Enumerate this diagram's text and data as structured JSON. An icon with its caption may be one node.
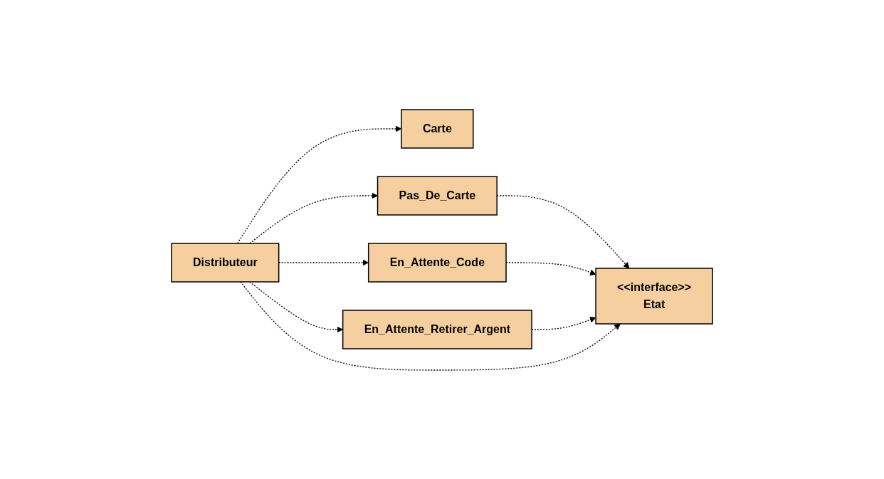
{
  "diagram": {
    "nodes": [
      {
        "text": [
          "Carte"
        ]
      },
      {
        "text": [
          "Pas_De_Carte"
        ]
      },
      {
        "text": [
          "En_Attente_Code"
        ]
      },
      {
        "text": [
          "En_Attente_Retirer_Argent"
        ]
      },
      {
        "text": [
          "<<interface>>",
          "Etat"
        ]
      },
      {
        "text": [
          "Distributeur"
        ]
      }
    ],
    "edges": [
      {
        "from": 5,
        "to": 0,
        "arrow": "to",
        "style": "dashed"
      },
      {
        "from": 5,
        "to": 1,
        "arrow": "to",
        "style": "dashed"
      },
      {
        "from": 5,
        "to": 2,
        "arrow": "to",
        "style": "dashed"
      },
      {
        "from": 5,
        "to": 3,
        "arrow": "to",
        "style": "dashed"
      },
      {
        "from": 1,
        "to": 4,
        "arrow": "to",
        "style": "dashed"
      },
      {
        "from": 2,
        "to": 4,
        "arrow": "to",
        "style": "dashed"
      },
      {
        "from": 3,
        "to": 4,
        "arrow": "to",
        "style": "dashed"
      },
      {
        "from": 5,
        "to": 4,
        "arrow": "to",
        "style": "dashed"
      }
    ]
  }
}
